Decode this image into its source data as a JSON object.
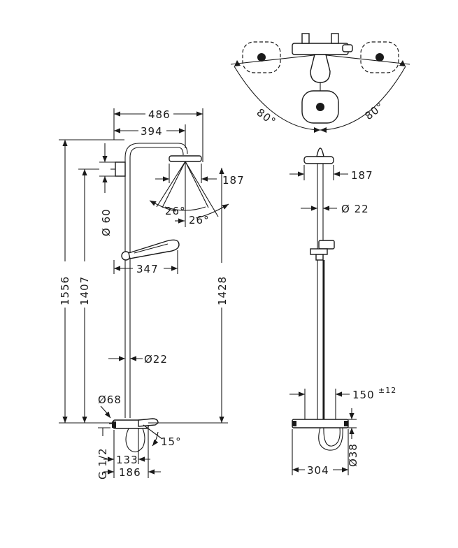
{
  "front_view": {
    "dim_width_shower_arm_total": "486",
    "dim_width_shower_arm": "394",
    "dim_overhead_diameter": "187",
    "dim_tilt_left": "26°",
    "dim_tilt_right": "26°",
    "dim_wall_bracket": "Ø 60",
    "dim_handshower_reach": "347",
    "dim_total_height": "1556",
    "dim_height_1407": "1407",
    "dim_height_1428": "1428",
    "dim_pipe_diameter": "Ø22",
    "dim_escutcheon_diameter": "Ø68",
    "dim_connection_thread": "G 1/2",
    "dim_spout_133": "133",
    "dim_spout_186": "186",
    "dim_spout_angle": "15°"
  },
  "top_view": {
    "dim_swivel_left": "80°",
    "dim_swivel_right": "80°"
  },
  "side_view": {
    "dim_overhead_diameter": "187",
    "dim_pipe_diameter": "Ø 22",
    "dim_centres": "150",
    "dim_centres_tolerance": "±12",
    "dim_mixer_width": "304",
    "dim_mixer_diameter": "Ø38"
  }
}
